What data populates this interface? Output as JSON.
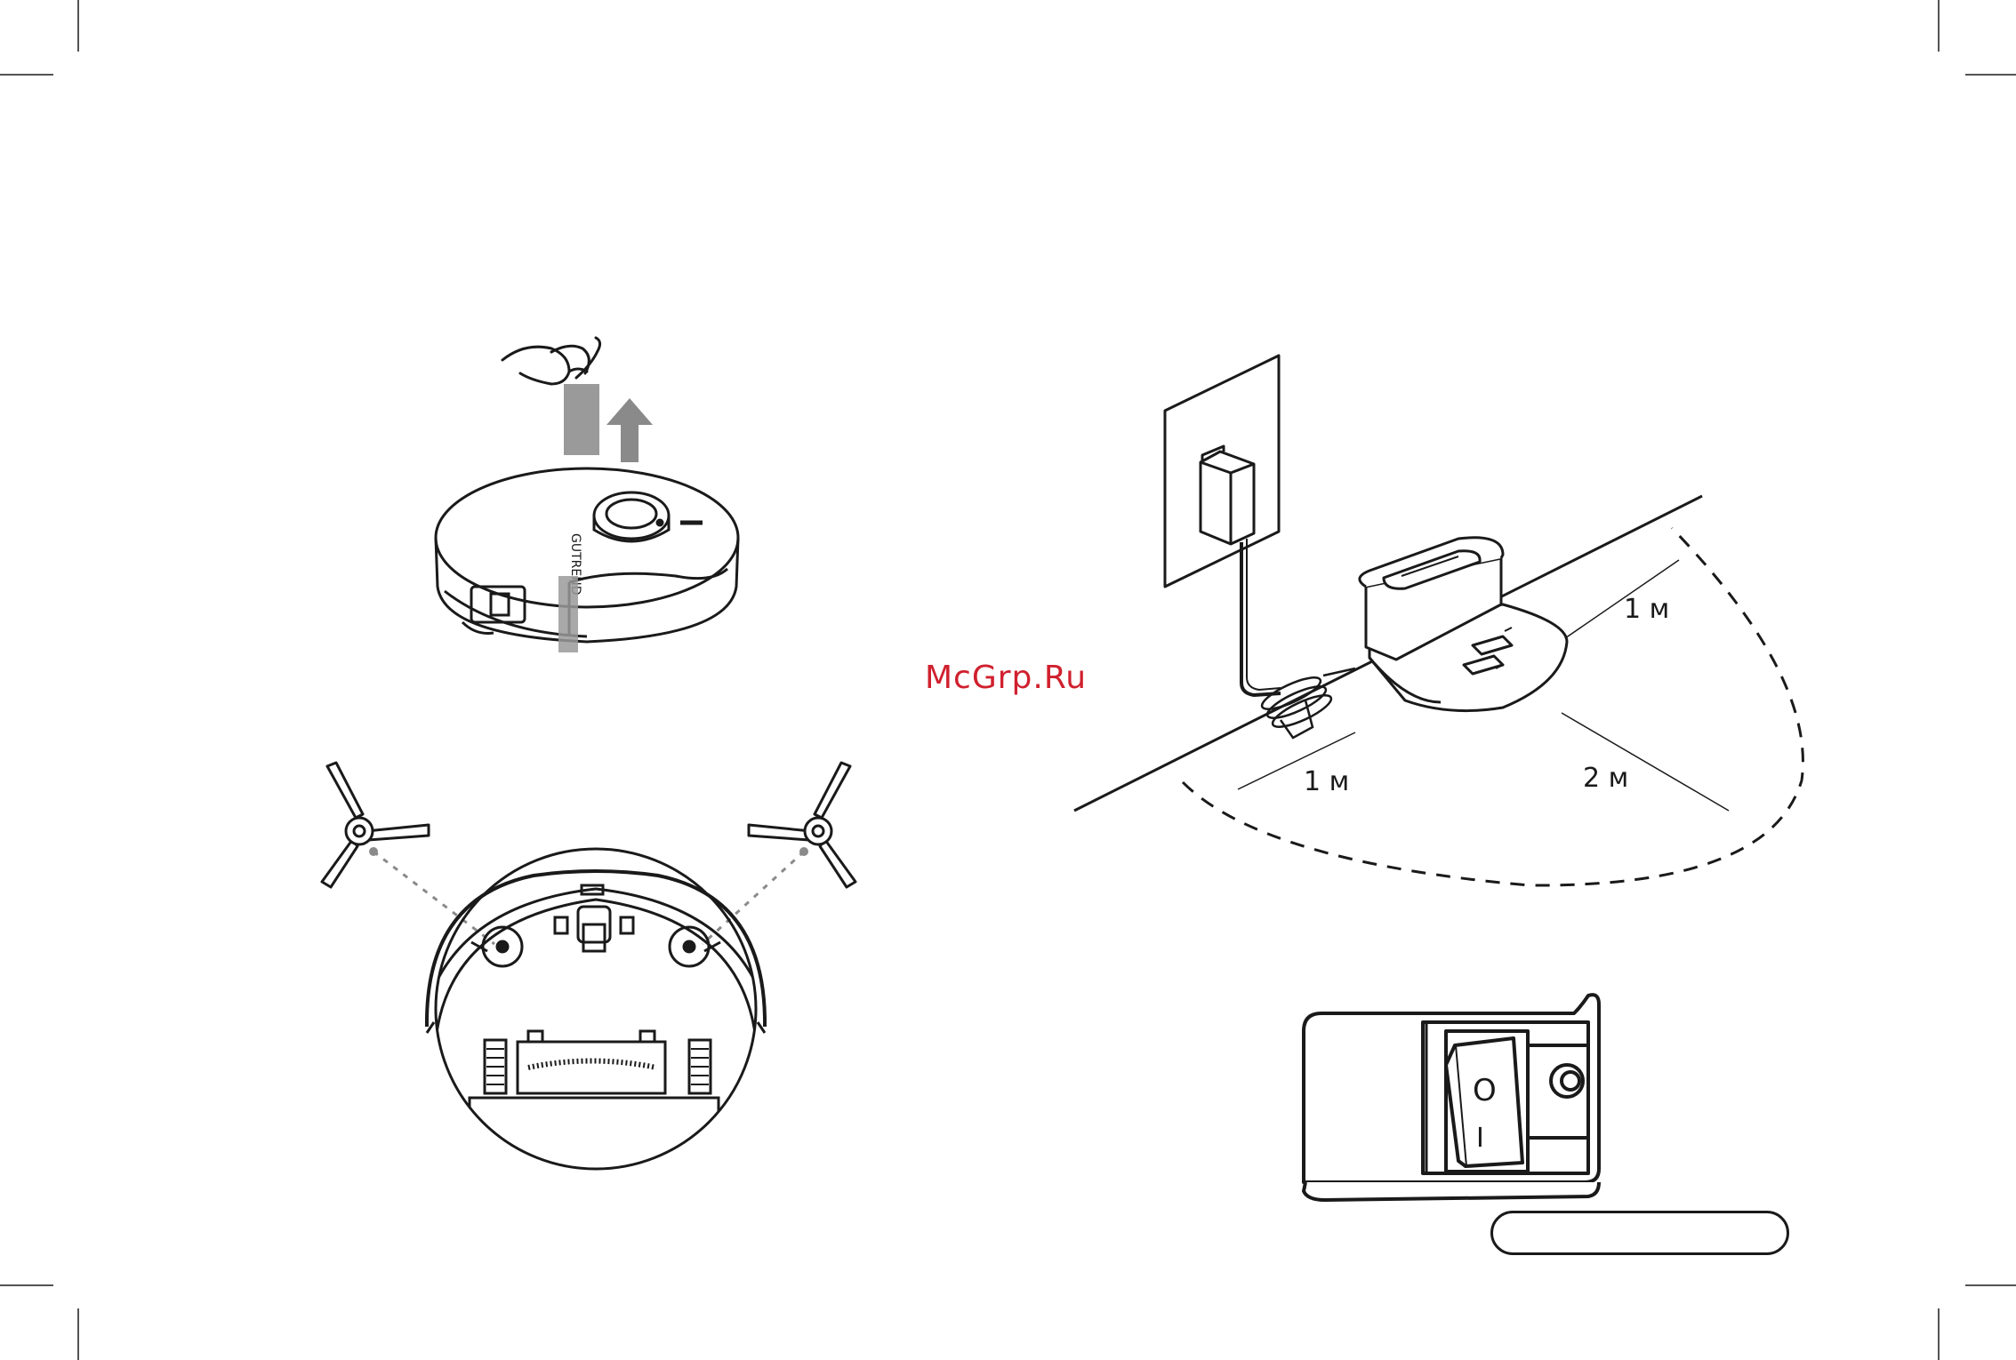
{
  "brand": {
    "robot_logo": "GUTREND",
    "accent_red": "#d0202e",
    "ink": "#1a1a1a",
    "tape_gray": "#9a9a9a"
  },
  "watermark": "McGrp.Ru",
  "placement": {
    "distance_left": "1 м",
    "distance_right": "1 м",
    "distance_front": "2 м"
  },
  "switch": {
    "on_symbol": "I",
    "off_symbol": "O"
  },
  "icons": {
    "finger": "hand-pulling-tape-icon",
    "arrow": "arrow-up-icon",
    "robot": "robot-vacuum-top-icon",
    "robot_bottom": "robot-vacuum-bottom-icon",
    "brush": "side-brush-icon",
    "adapter": "power-adapter-icon",
    "dock": "charging-dock-icon",
    "switch": "power-switch-icon"
  }
}
